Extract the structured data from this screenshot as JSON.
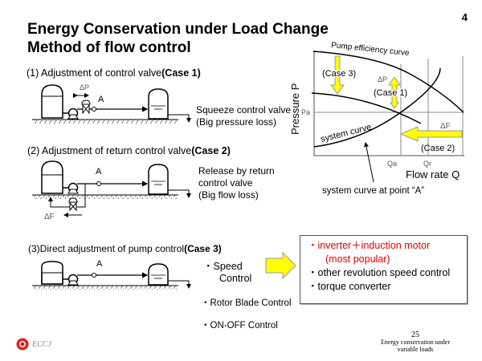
{
  "slide": {
    "page_number": "4",
    "title_line1": "Energy Conservation under Load Change",
    "title_line2": "Method of flow control"
  },
  "sections": [
    {
      "label": "(1) Adjustment of control valve",
      "case": "(Case 1)",
      "delta": "ΔP",
      "point": "A",
      "note_lines": [
        "Squeeze control valve",
        "(Big pressure loss)"
      ]
    },
    {
      "label": "(2) Adjustment of return control valve",
      "case": "(Case 2)",
      "delta": "ΔF",
      "point": "A",
      "note_lines": [
        "Release by  return",
        "control valve",
        "(Big flow loss)"
      ]
    },
    {
      "label": "(3)Direct adjustment of pump control",
      "case": "(Case 3)",
      "point": "A",
      "methods": [
        "・Speed",
        "Control",
        "・Rotor Blade Control",
        "・ON-OFF Control"
      ]
    }
  ],
  "graph": {
    "pump_curve_label": "Pump efficiency curve",
    "system_curve_label": "system curve",
    "y_axis_label": "Pressure P",
    "x_axis_label": "Flow rate Q",
    "pa_label": "Pa",
    "qa_label": "Qa",
    "qr_label": "Qr",
    "case1_label": "(Case 1)",
    "case1_delta": "ΔP",
    "case2_label": "(Case 2)",
    "case2_delta": "ΔF",
    "case3_label": "(Case 3)",
    "caption": "system curve at point “A”",
    "arrow_color": "#ffff00"
  },
  "box": {
    "line1": "・inverter＋induction motor",
    "line2": "(most popular)",
    "line3": "・other revolution speed control",
    "line4": "・torque converter",
    "highlight_color": "#e00000"
  },
  "footer": {
    "number": "25",
    "line1": "Energy conservation under",
    "line2": "variable loads",
    "logo_text": "ECCJ"
  }
}
